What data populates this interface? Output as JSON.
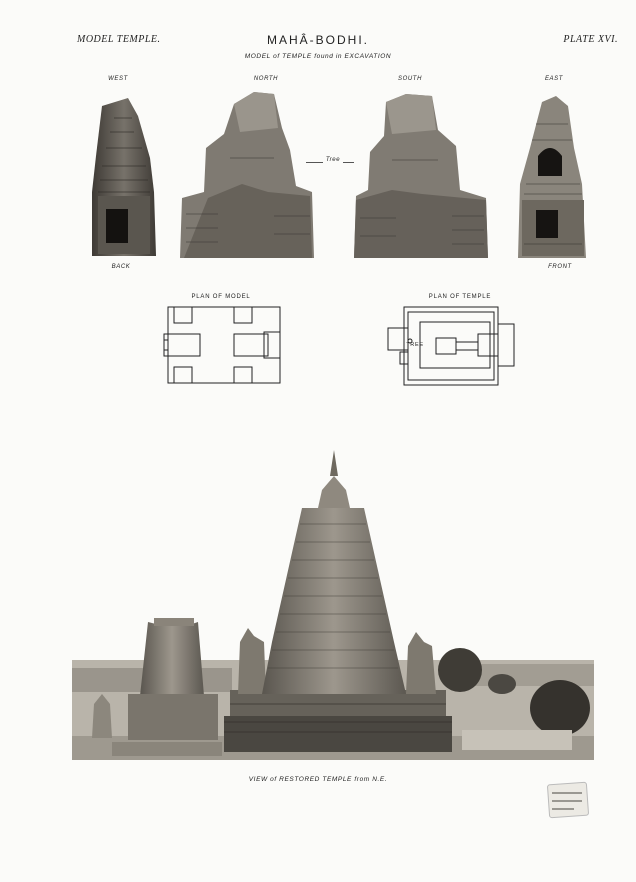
{
  "header": {
    "left": "MODEL TEMPLE.",
    "title": "MAHÂ-BODHI.",
    "right": "PLATE XVI."
  },
  "subtitle": "MODEL of TEMPLE found in EXCAVATION",
  "views": {
    "west": "WEST",
    "north": "NORTH",
    "south": "SOUTH",
    "east": "EAST",
    "back": "BACK",
    "front": "FRONT",
    "tree_pointer": "Tree"
  },
  "plans": {
    "model_title": "PLAN OF MODEL",
    "temple_title": "PLAN OF TEMPLE",
    "tree_label": "TREE"
  },
  "photo_caption": "VIEW of RESTORED TEMPLE from N.E.",
  "colors": {
    "paper": "#fbfbf9",
    "ink": "#222222",
    "stone_dark": "#4a4640",
    "stone_mid": "#7a756c",
    "stone_light": "#a9a398"
  }
}
